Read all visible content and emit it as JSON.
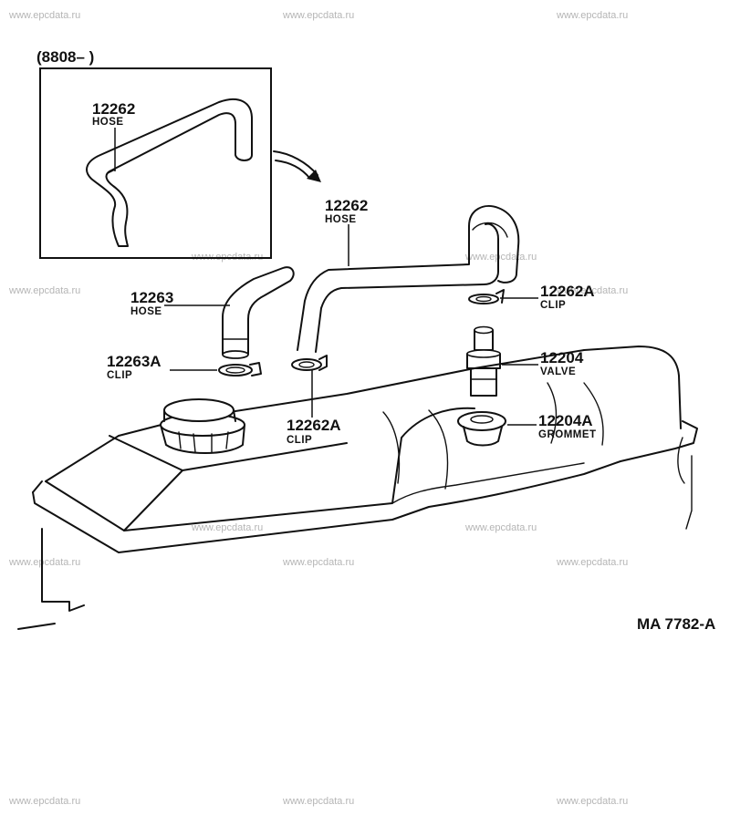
{
  "watermark": "www.epcdata.ru",
  "inset_date": "(8808–        )",
  "diagram_code": "MA  7782-A",
  "parts": {
    "inset_hose": {
      "number": "12262",
      "name": "HOSE"
    },
    "hose_main": {
      "number": "12262",
      "name": "HOSE"
    },
    "hose_left": {
      "number": "12263",
      "name": "HOSE"
    },
    "clip_left": {
      "number": "12263A",
      "name": "CLIP"
    },
    "clip_mid": {
      "number": "12262A",
      "name": "CLIP"
    },
    "clip_right": {
      "number": "12262A",
      "name": "CLIP"
    },
    "valve": {
      "number": "12204",
      "name": "VALVE"
    },
    "grommet": {
      "number": "12204A",
      "name": "GROMMET"
    }
  }
}
